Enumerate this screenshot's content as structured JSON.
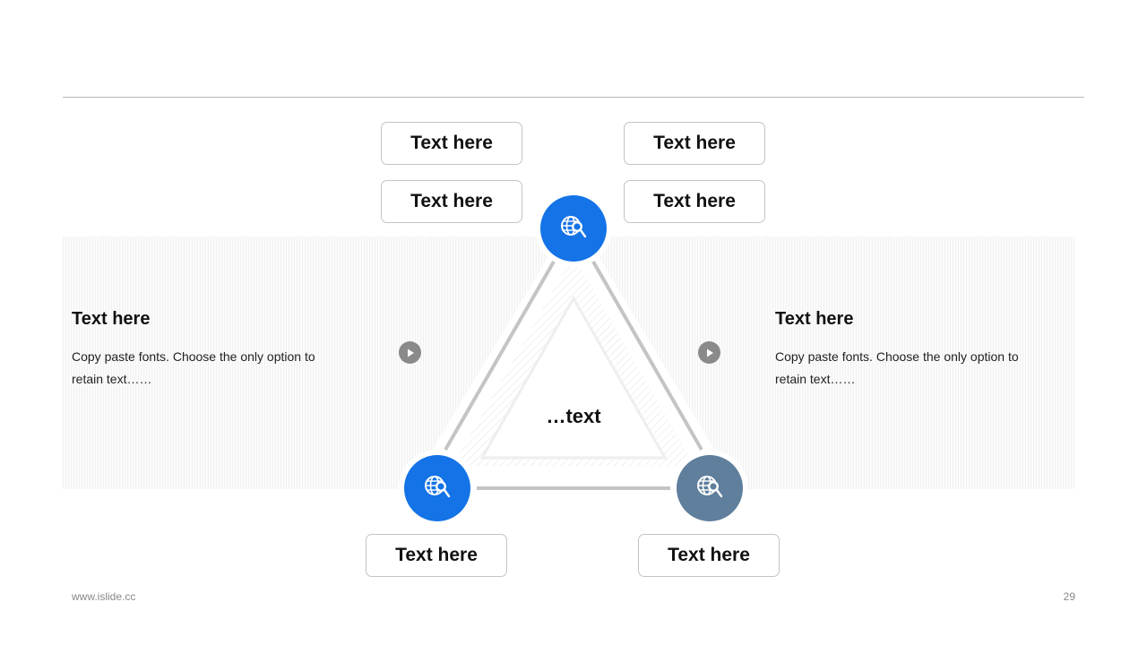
{
  "labels": {
    "top_left_1": "Text here",
    "top_left_2": "Text here",
    "top_right_1": "Text here",
    "top_right_2": "Text here",
    "bottom_left": "Text here",
    "bottom_right": "Text here"
  },
  "center_text": "…text",
  "left_panel": {
    "title": "Text here",
    "body": "Copy paste fonts. Choose the only option to retain text……"
  },
  "right_panel": {
    "title": "Text here",
    "body": "Copy paste fonts. Choose the only option to retain text……"
  },
  "nodes": {
    "top": {
      "icon": "globe-search-icon",
      "color": "#1473e6"
    },
    "bottom_left": {
      "icon": "globe-search-icon",
      "color": "#1473e6"
    },
    "bottom_right": {
      "icon": "globe-search-icon",
      "color": "#5f7f9c"
    }
  },
  "footer": {
    "website": "www.islide.cc",
    "page_number": "29"
  }
}
